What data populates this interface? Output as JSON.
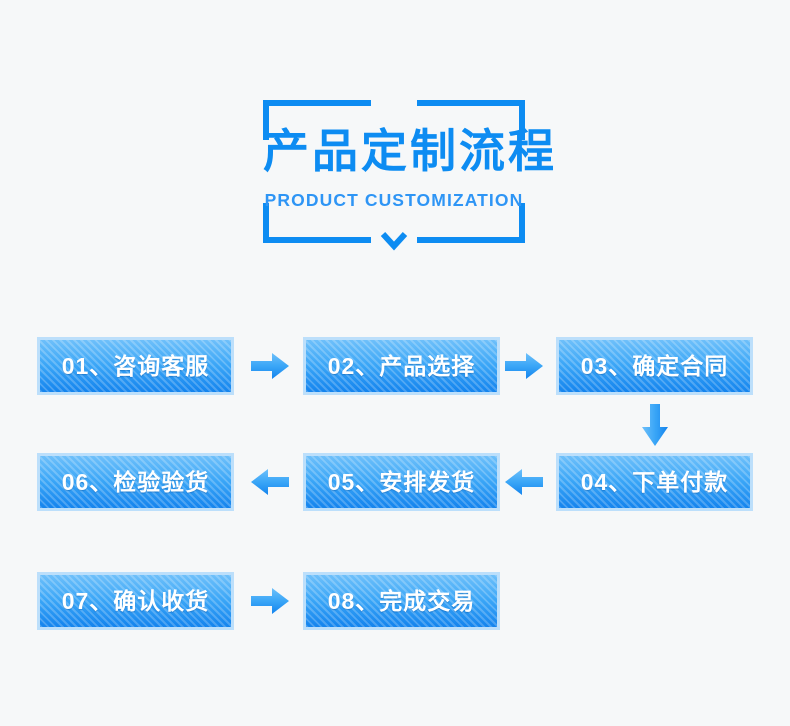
{
  "page": {
    "background_color": "#f6f8f9",
    "accent_color": "#0d8cf2",
    "box_border_color": "#bcdffb",
    "box_fill_top_color": "#6ec0fa",
    "box_fill_bottom_color": "#1484ee"
  },
  "header": {
    "title_cn": "产品定制流程",
    "title_en": "PRODUCT CUSTOMIZATION",
    "chevron_icon": "chevron-down-icon"
  },
  "flow": {
    "rows": [
      {
        "direction": "left-to-right",
        "steps": [
          {
            "number": "01",
            "separator": "、",
            "name": "咨询客服",
            "label": "01、咨询客服"
          },
          {
            "number": "02",
            "separator": "、",
            "name": "产品选择",
            "label": "02、产品选择"
          },
          {
            "number": "03",
            "separator": "、",
            "name": "确定合同",
            "label": "03、确定合同"
          }
        ],
        "connectors": [
          "arrow-right-icon",
          "arrow-right-icon"
        ]
      },
      {
        "direction": "right-to-left",
        "steps": [
          {
            "number": "06",
            "separator": "、",
            "name": "检验验货",
            "label": "06、检验验货"
          },
          {
            "number": "05",
            "separator": "、",
            "name": "安排发货",
            "label": "05、安排发货"
          },
          {
            "number": "04",
            "separator": "、",
            "name": "下单付款",
            "label": "04、下单付款"
          }
        ],
        "connectors": [
          "arrow-left-icon",
          "arrow-left-icon"
        ]
      },
      {
        "direction": "left-to-right",
        "steps": [
          {
            "number": "07",
            "separator": "、",
            "name": "确认收货",
            "label": "07、确认收货"
          },
          {
            "number": "08",
            "separator": "、",
            "name": "完成交易",
            "label": "08、完成交易"
          }
        ],
        "connectors": [
          "arrow-right-icon"
        ]
      }
    ],
    "row_connector": {
      "icon": "arrow-down-icon",
      "from_step": "03",
      "to_step": "04"
    }
  }
}
